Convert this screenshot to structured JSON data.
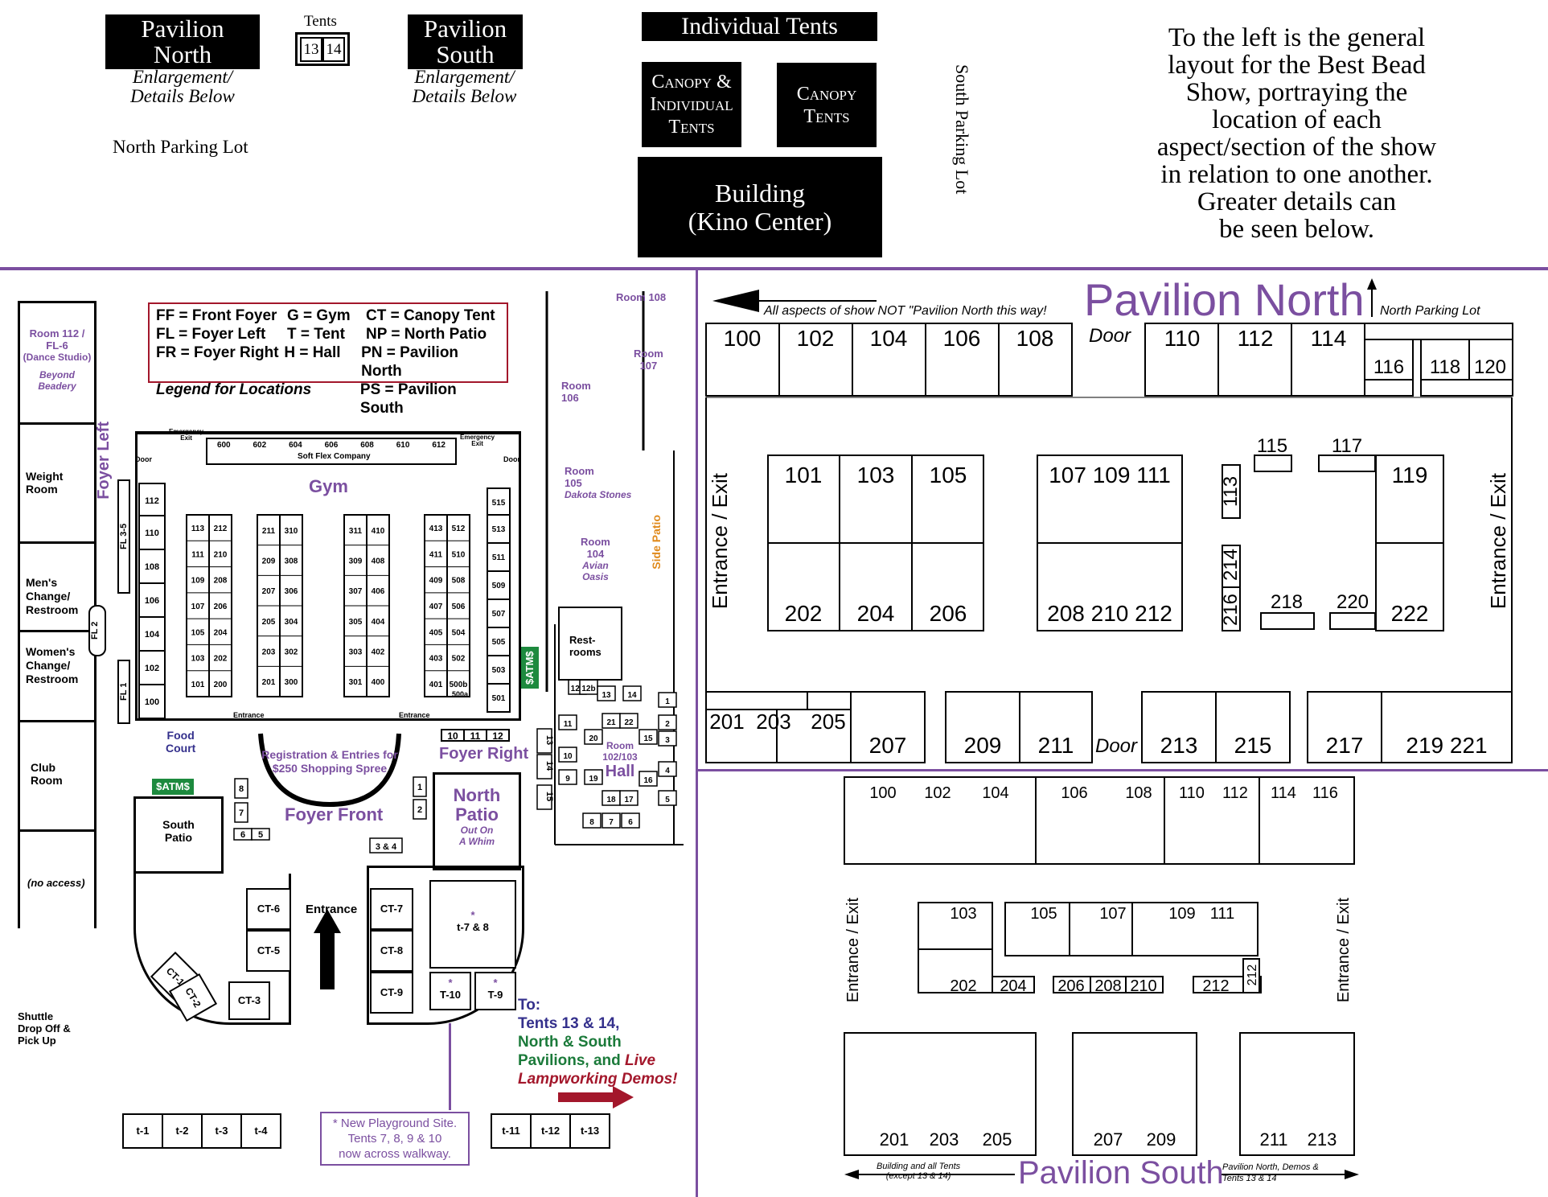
{
  "top": {
    "pavilion_north": {
      "line1": "Pavilion",
      "line2": "North",
      "sub1": "Enlargement/",
      "sub2": "Details Below"
    },
    "tents_label": "Tents",
    "tent_13": "13",
    "tent_14": "14",
    "pavilion_south": {
      "line1": "Pavilion",
      "line2": "South",
      "sub1": "Enlargement/",
      "sub2": "Details Below"
    },
    "north_parking": "North Parking Lot",
    "individual_tents": "Individual Tents",
    "canopy_individual": {
      "l1": "Canopy &",
      "l2": "Individual",
      "l3": "Tents"
    },
    "canopy_tents": {
      "l1": "Canopy",
      "l2": "Tents"
    },
    "building": {
      "l1": "Building",
      "l2": "(Kino Center)"
    },
    "south_parking": "South Parking Lot",
    "description": [
      "To the left is the general",
      "layout for the Best Bead",
      "Show, portraying the",
      "location of each",
      "aspect/section of the show",
      "in relation to one another.",
      "Greater details can",
      "be seen below."
    ]
  },
  "legend": {
    "rows": [
      [
        "FF = Front Foyer",
        "G = Gym",
        "CT = Canopy Tent"
      ],
      [
        "FL = Foyer Left",
        "T = Tent",
        "NP = North Patio"
      ],
      [
        "FR = Foyer Right",
        "H = Hall",
        "PN = Pavilion North"
      ],
      [
        "Legend for Locations",
        "",
        "PS = Pavilion South"
      ]
    ]
  },
  "building_map": {
    "rooms": {
      "room112": "Room 112 /",
      "fl6": "FL-6",
      "dance": "(Dance Studio)",
      "beyond1": "Beyond",
      "beyond2": "Beadery",
      "weight1": "Weight",
      "weight2": "Room",
      "mens1": "Men's",
      "mens2": "Change/",
      "mens3": "Restroom",
      "womens1": "Women's",
      "womens2": "Change/",
      "womens3": "Restroom",
      "club1": "Club",
      "club2": "Room",
      "noaccess": "(no access)",
      "shuttle1": "Shuttle",
      "shuttle2": "Drop Off &",
      "shuttle3": "Pick Up",
      "foyer_left": "Foyer Left",
      "fl35": "FL 3-5",
      "fl2": "FL 2",
      "fl1": "FL 1",
      "gym": "Gym",
      "soft_flex": "Soft Flex Company",
      "emergency": "Emergency",
      "exit": "Exit",
      "door": "Door",
      "entrance": "Entrance",
      "food1": "Food",
      "food2": "Court",
      "atm": "$ATM$",
      "registration1": "Registration & Entries for",
      "registration2": "$250 Shopping Spree",
      "foyer_right": "Foyer Right",
      "foyer_front": "Foyer Front",
      "north_patio1": "North",
      "north_patio2": "Patio",
      "out1": "Out On",
      "out2": "A Whim",
      "south_patio1": "South",
      "south_patio2": "Patio",
      "room108": "Room 108",
      "room107a": "Room",
      "room107b": "107",
      "room106a": "Room",
      "room106b": "106",
      "room105a": "Room",
      "room105b": "105",
      "dakota": "Dakota Stones",
      "room104a": "Room",
      "room104b": "104",
      "avian1": "Avian",
      "avian2": "Oasis",
      "side_patio": "Side Patio",
      "rest1": "Rest-",
      "rest2": "rooms",
      "hallroom1": "Room",
      "hallroom2": "102/103",
      "hall": "Hall",
      "entrance_main": "Entrance",
      "t78": "t-7 & 8",
      "t10": "T-10",
      "t9": "T-9",
      "to1": "To:",
      "to2": "Tents 13 & 14,",
      "to3": "North & South",
      "to4a": "Pavilions, and ",
      "to4b": "Live",
      "to5": "Lampworking Demos!",
      "playground1": "* New Playground Site.",
      "playground2": "Tents 7, 8, 9 & 10",
      "playground3": "now across walkway."
    },
    "soft_flex_booths": [
      "600",
      "602",
      "604",
      "606",
      "608",
      "610",
      "612"
    ],
    "fl_booths": [
      "112",
      "110",
      "108",
      "106",
      "104",
      "102",
      "100"
    ],
    "right_booths": [
      "515",
      "513",
      "511",
      "509",
      "507",
      "505",
      "503",
      "501"
    ],
    "ct": [
      "CT-6",
      "CT-5",
      "CT-1",
      "CT-2",
      "CT-3",
      "CT-7",
      "CT-8",
      "CT-9"
    ],
    "outside_tents_left": [
      "t-1",
      "t-2",
      "t-3",
      "t-4"
    ],
    "outside_tents_right": [
      "t-11",
      "t-12",
      "t-13"
    ]
  },
  "pavilion_north": {
    "title": "Pavilion North",
    "arrow_text": "All aspects of show NOT \"Pavilion North this way!",
    "north_parking": "North Parking Lot",
    "door": "Door",
    "entrance_exit": "Entrance / Exit",
    "top_row_a": [
      "100",
      "102",
      "104",
      "106",
      "108"
    ],
    "top_row_b": [
      "110",
      "112",
      "114"
    ],
    "corner": [
      "116",
      "118",
      "120"
    ],
    "block1_top": [
      "101",
      "103",
      "105"
    ],
    "block1_bottom": [
      "202",
      "204",
      "206"
    ],
    "block2_top": "107  109  111",
    "block2_bottom": "208 210 212",
    "isle": {
      "n113": "113",
      "n115": "115",
      "n117": "117",
      "n119": "119",
      "n214": "214",
      "n216": "216",
      "n218": "218",
      "n220": "220",
      "n222": "222"
    },
    "bottom_small": [
      "201",
      "203",
      "205"
    ],
    "bottom_row": [
      "207",
      "209",
      "211",
      "213",
      "215",
      "217",
      "219  221"
    ]
  },
  "pavilion_south": {
    "title": "Pavilion South",
    "entrance_exit": "Entrance / Exit",
    "top_row": [
      "100",
      "102",
      "104",
      "106",
      "108",
      "110",
      "112",
      "114",
      "116"
    ],
    "mid": {
      "n103": "103",
      "n105": "105",
      "n107": "107",
      "n109": "109",
      "n111": "111",
      "n202": "202",
      "n204": "204",
      "n206": "206",
      "n208": "208",
      "n210": "210",
      "n212": "212",
      "n212v": "212"
    },
    "bottom": [
      "201",
      "203",
      "205",
      "207",
      "209",
      "211",
      "213"
    ],
    "left_arrow1": "Building and all Tents",
    "left_arrow2": "(except 13 & 14)",
    "right_arrow1": "Pavilion North, Demos &",
    "right_arrow2": "Tents 13 & 14"
  },
  "colors": {
    "purple": "#7b4fa0",
    "navy": "#34308c",
    "green": "#1b7a3a",
    "red": "#a3172b",
    "atm": "#1d8a3e",
    "orange": "#e08a1c"
  }
}
